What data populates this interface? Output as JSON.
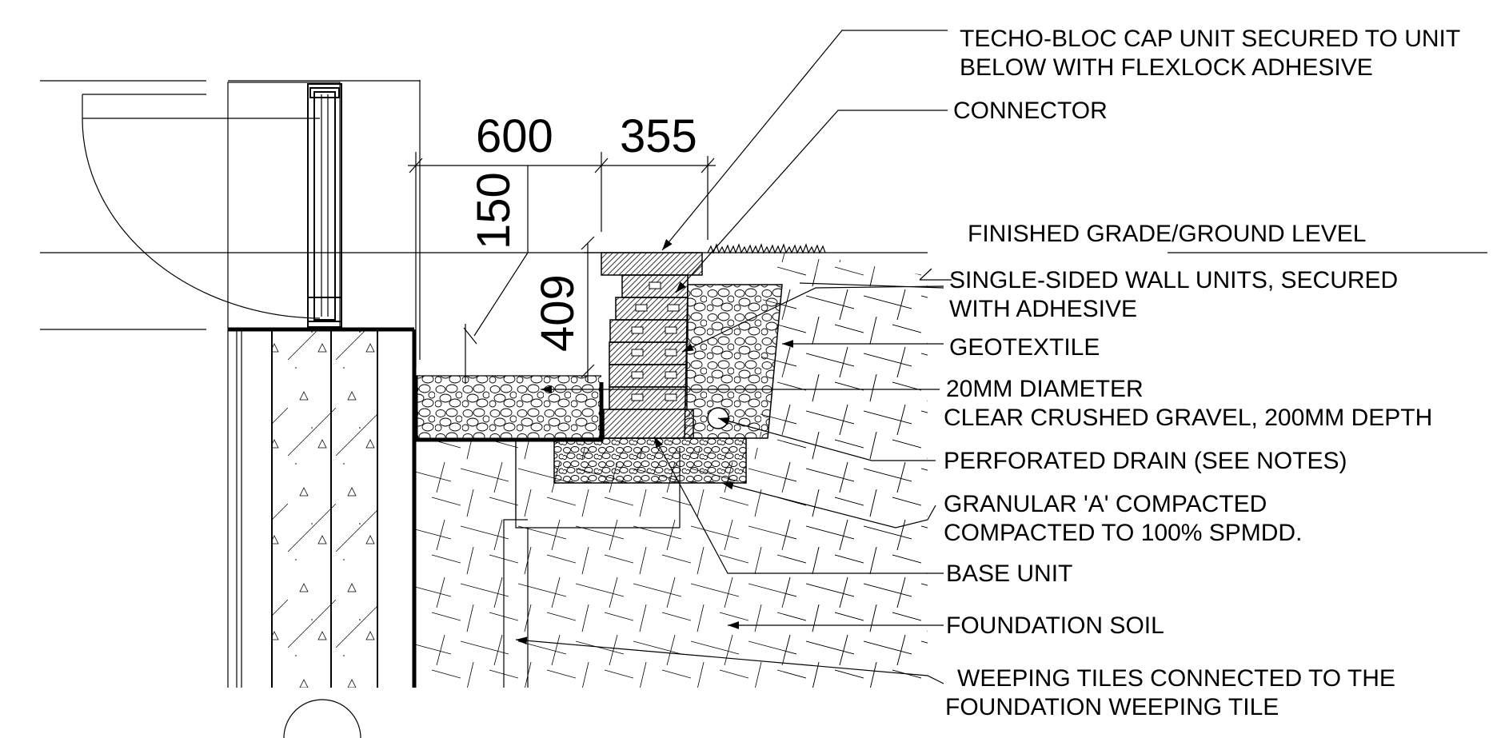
{
  "dimensions": {
    "d600": "600",
    "d355": "355",
    "d150": "150",
    "d409": "409"
  },
  "labels": {
    "cap_unit_1": "TECHO-BLOC CAP UNIT SECURED TO UNIT",
    "cap_unit_2": "BELOW WITH FLEXLOCK ADHESIVE",
    "connector": "CONNECTOR",
    "finished_grade": "FINISHED GRADE/GROUND LEVEL",
    "wall_units_1": "SINGLE-SIDED WALL UNITS, SECURED",
    "wall_units_2": "WITH ADHESIVE",
    "geotextile": "GEOTEXTILE",
    "gravel_1": "20MM DIAMETER",
    "gravel_2": "CLEAR CRUSHED GRAVEL, 200MM DEPTH",
    "drain": "PERFORATED DRAIN (SEE NOTES)",
    "granular_1": "GRANULAR 'A' COMPACTED",
    "granular_2": "COMPACTED TO 100% SPMDD.",
    "base_unit": "BASE UNIT",
    "foundation_soil": "FOUNDATION SOIL",
    "weeping_1": "WEEPING TILES CONNECTED TO THE",
    "weeping_2": "FOUNDATION WEEPING TILE"
  }
}
